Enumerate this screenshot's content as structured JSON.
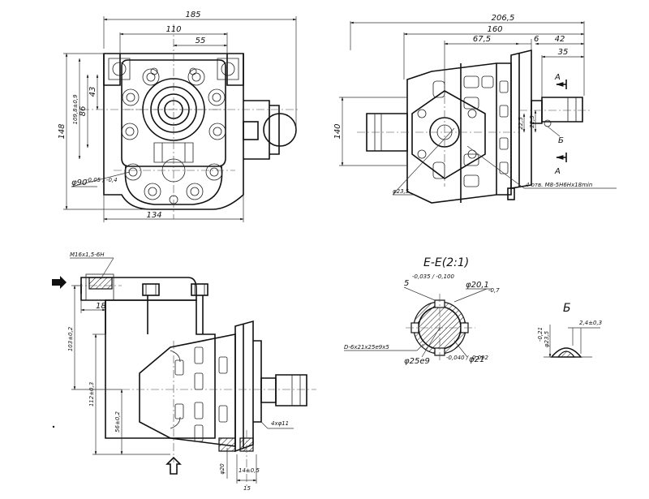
{
  "view_top_left": {
    "dim_185": "185",
    "dim_110": "110",
    "dim_55": "55",
    "dim_148": "148",
    "dim_109_bore": "109,8±0,9",
    "dim_86": "86",
    "dim_43": "43",
    "dim_134": "134",
    "dim_phi90": "φ90",
    "dim_phi90_tol": "-0,05 / -0,4"
  },
  "view_top_right": {
    "dim_206_5": "206,5",
    "dim_160": "160",
    "dim_67_5": "67,5",
    "dim_6": "6",
    "dim_42": "42",
    "dim_35": "35",
    "dim_140": "140",
    "dim_22_5a": "22,5",
    "dim_22_5b": "22,5",
    "dim_phi23_5": "φ23,5",
    "section_mark_top": "A",
    "section_mark_bottom": "A",
    "detail_mark": "Б",
    "bolt_note": "4 отв. M8-5H6Hx18min"
  },
  "view_bottom_left": {
    "thread_note": "M16x1,5-6H",
    "dim_18": "18",
    "dim_103": "103±0,2",
    "dim_112": "112±0,3",
    "dim_56": "56±0,2",
    "dim_phi20": "φ20",
    "dim_14": "14±0,5",
    "dim_15": "15",
    "dim_4phi11": "4xφ11"
  },
  "section_view": {
    "title": "E-E(2:1)",
    "dim_5": "5",
    "dim_5_tol": "-0,035 / -0,100",
    "dim_phi20_1": "φ20,1",
    "dim_phi20_1_tol": "-0,7",
    "spline_note": "D-6x21x25e9x5",
    "dim_phi25": "φ25e9",
    "dim_phi25_tol": "-0,040 / -0,092",
    "dim_phi21": "φ21"
  },
  "detail_view": {
    "title": "Б",
    "dim_phi23_5": "φ23,5",
    "dim_phi23_5_tol": "-0,21",
    "dim_2_4": "2,4±0,3"
  }
}
